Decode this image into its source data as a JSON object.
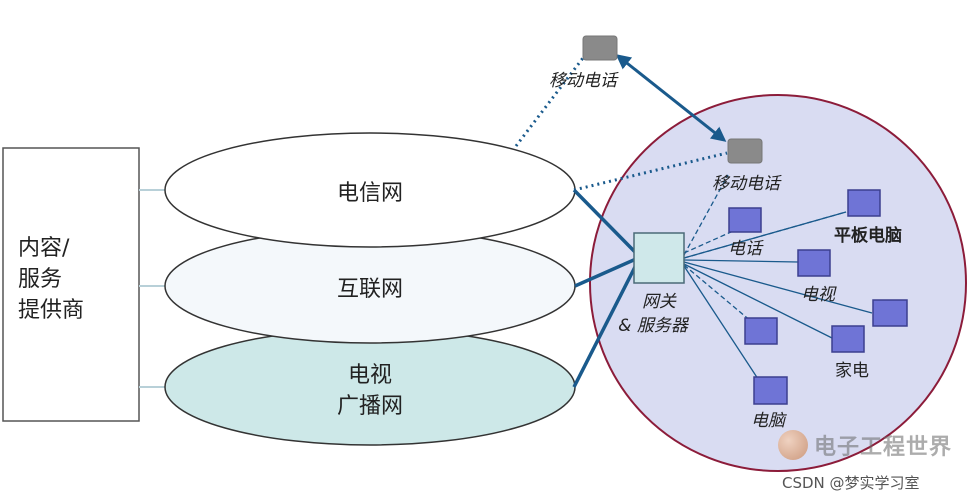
{
  "provider": {
    "lines": [
      "内容/",
      "服务",
      "提供商"
    ]
  },
  "networks": [
    {
      "label": [
        "电信网"
      ],
      "fill": "#ffffff"
    },
    {
      "label": [
        "互联网"
      ],
      "fill": "#f4f8fb"
    },
    {
      "label": [
        "电视",
        "广播网"
      ],
      "fill": "#cde8e8"
    }
  ],
  "home": {
    "circle_fill": "#d9dcf2",
    "circle_stroke": "#8c1c3a",
    "gateway_label": [
      "网关",
      "& 服务器"
    ],
    "devices": {
      "mobile_outside": "移动电话",
      "mobile_inside": "移动电话",
      "phone": "电话",
      "tablet": "平板电脑",
      "tv": "电视",
      "appliance": "家电",
      "pc": "电脑"
    }
  },
  "colors": {
    "link": "#1a5a8c",
    "device": "#6f74d6",
    "device_border": "#3c3f8f",
    "mobile": "#8a8a8a",
    "gateway": "#cfe8ea"
  },
  "watermark": {
    "brand": "电子工程世界",
    "credit": "CSDN @梦实学习室"
  }
}
